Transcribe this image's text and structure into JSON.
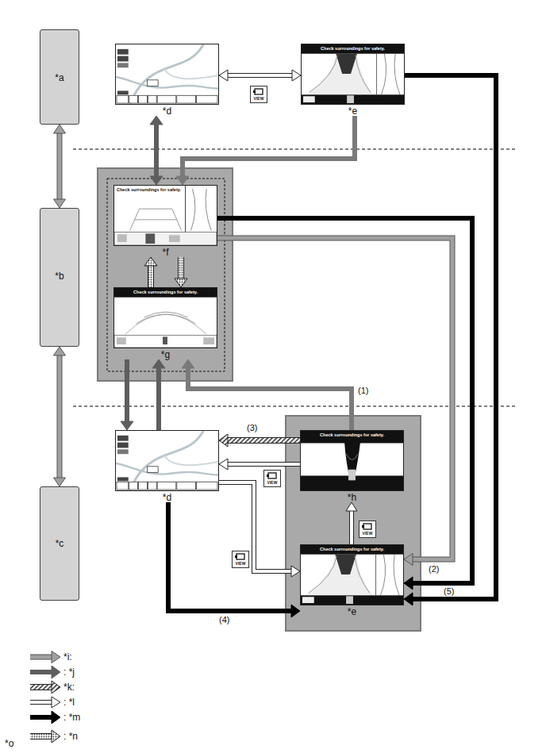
{
  "diagram": {
    "nodes": [
      {
        "text": [
          "*a"
        ]
      },
      {
        "text": [
          "*d"
        ]
      },
      {
        "text": [
          "Check surroundings for safety.",
          "*e"
        ]
      },
      {
        "text": [
          "*b"
        ]
      },
      {
        "text": [
          "Check surroundings for safety.",
          "*f"
        ]
      },
      {
        "text": [
          "Check surroundings for safety.",
          "*g"
        ]
      },
      {
        "text": [
          "*c"
        ]
      },
      {
        "text": [
          "*d"
        ]
      },
      {
        "text": [
          "Check surroundings for safety.",
          "*h"
        ]
      },
      {
        "text": [
          "Check surroundings for safety.",
          "*e"
        ]
      }
    ],
    "edges": [
      {
        "from": 0,
        "to": 3,
        "arrow": "both"
      },
      {
        "from": 3,
        "to": 6,
        "arrow": "both"
      },
      {
        "from": 1,
        "to": 2,
        "arrow": "both"
      },
      {
        "from": 1,
        "to": 4,
        "arrow": "both"
      },
      {
        "from": 2,
        "to": 4,
        "arrow": "to"
      },
      {
        "from": 2,
        "to": 9,
        "arrow": "to"
      },
      {
        "from": 4,
        "to": 9,
        "arrow": "to",
        "label": "(5)"
      },
      {
        "from": 4,
        "to": 9,
        "arrow": "to",
        "label": "(2)"
      },
      {
        "from": 5,
        "to": 7,
        "arrow": "to"
      },
      {
        "from": 7,
        "to": 5,
        "arrow": "to"
      },
      {
        "from": 8,
        "to": 5,
        "arrow": "to",
        "label": "(1)"
      },
      {
        "from": 8,
        "to": 7,
        "arrow": "to",
        "label": "(3)"
      },
      {
        "from": 8,
        "to": 7,
        "arrow": "to"
      },
      {
        "from": 7,
        "to": 9,
        "arrow": "to"
      },
      {
        "from": 9,
        "to": 8,
        "arrow": "to"
      },
      {
        "from": 7,
        "to": 9,
        "arrow": "to",
        "label": "(4)"
      },
      {
        "from": 4,
        "to": 5,
        "arrow": "to"
      },
      {
        "from": 5,
        "to": 4,
        "arrow": "to"
      }
    ],
    "labels": [
      "VIEW",
      "VIEW",
      "VIEW",
      "VIEW",
      "*o"
    ],
    "legend": [
      {
        "text": "*i:"
      },
      {
        "text": ": *j"
      },
      {
        "text": "*k:"
      },
      {
        "text": ": *l"
      },
      {
        "text": ": *m"
      },
      {
        "text": ": *n"
      }
    ]
  }
}
